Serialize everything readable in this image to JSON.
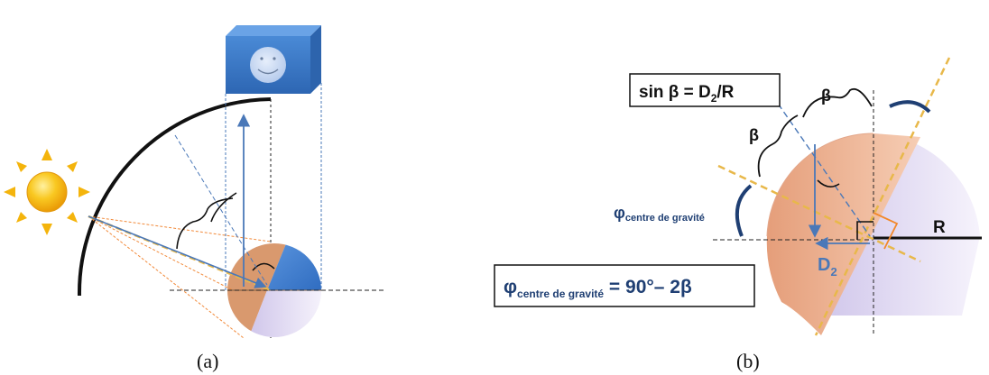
{
  "panel_a": {
    "caption": "(a)"
  },
  "panel_b": {
    "caption": "(b)",
    "formula_box_top": {
      "main": "sin β = D",
      "sub": "2",
      "tail": "/R"
    },
    "beta_top": "β",
    "beta_left": "β",
    "phi_label": {
      "main": "φ",
      "sub": "centre de gravité"
    },
    "radius_label": "R",
    "d2_label": {
      "main": "D",
      "sub": "2"
    },
    "formula_box_bottom": {
      "main": "φ",
      "sub": "centre de gravité",
      "tail": " = 90°– 2β"
    }
  },
  "colors": {
    "sun": "#f6b80c",
    "cube_front": "#3c7fd0",
    "cube_top": "#6aa3e6",
    "cube_side": "#2d64ad",
    "orange_region": "#e8a07a",
    "lavender_region": "#d9d2ee",
    "navy": "#1f3f73",
    "arrow_blue": "#4a78b8",
    "yellow_dash": "#e8b84a",
    "orange_line": "#f2882a"
  }
}
